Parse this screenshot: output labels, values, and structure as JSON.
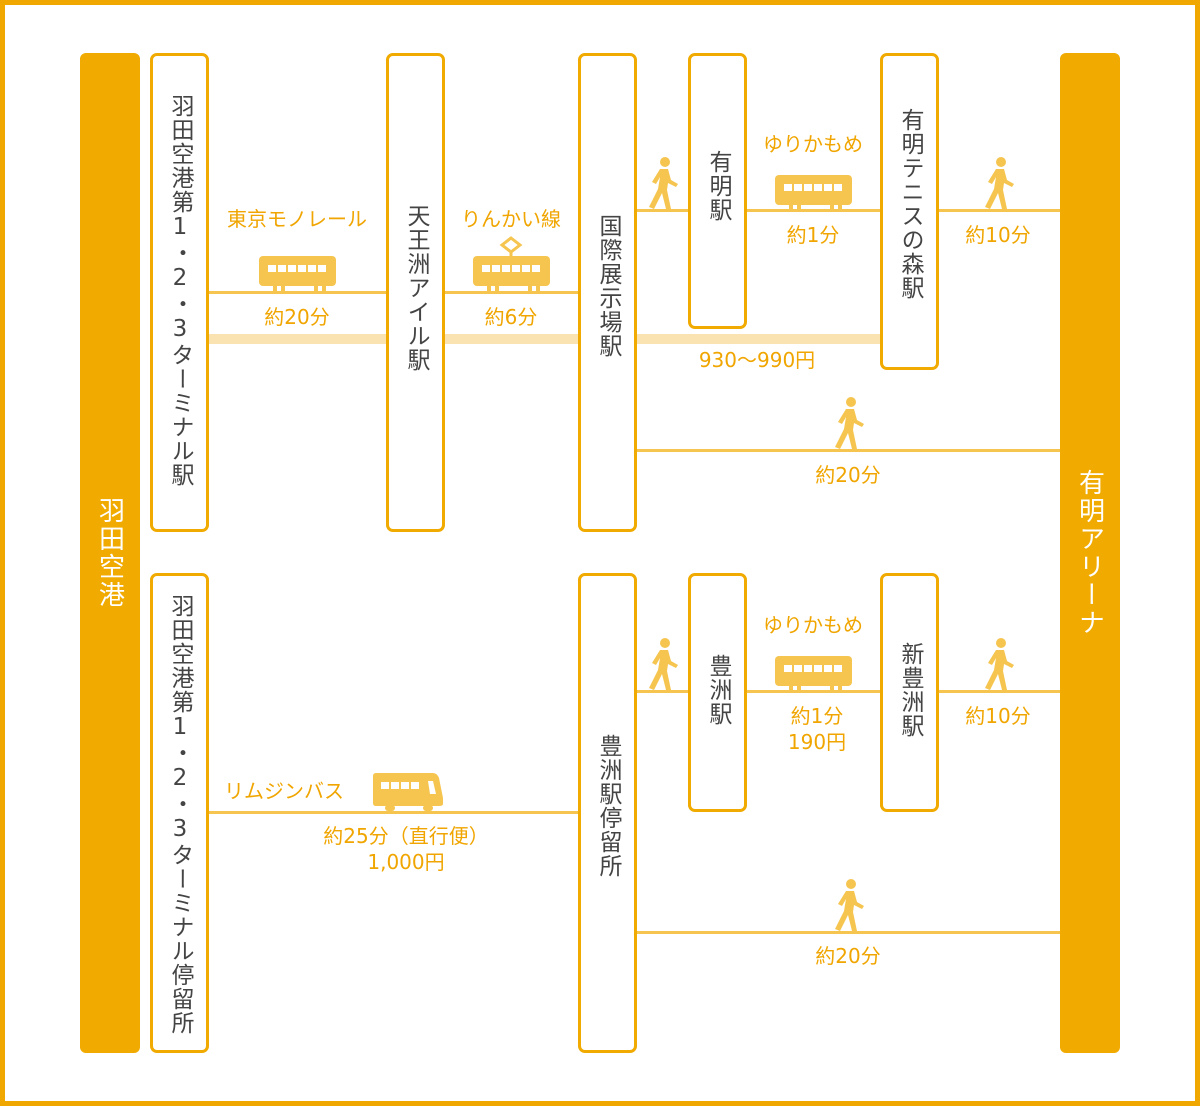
{
  "origin": "羽田空港",
  "destination": "有明アリーナ",
  "stations": {
    "haneda_rail": "羽田空港第1・2・3ターミナル駅",
    "tennozu": "天王洲アイル駅",
    "kokusai": "国際展示場駅",
    "ariake": "有明駅",
    "tennis": "有明テニスの森駅",
    "haneda_bus": "羽田空港第1・2・3ターミナル停留所",
    "toyosu_bus": "豊洲駅停留所",
    "toyosu": "豊洲駅",
    "shintoyosu": "新豊洲駅"
  },
  "route1": {
    "monorail": "東京モノレール",
    "monorail_time": "約20分",
    "rinkai": "りんかい線",
    "rinkai_time": "約6分",
    "yurikamome": "ゆりかもめ",
    "yurikamome_time": "約1分",
    "walk_tennis": "約10分",
    "fare": "930〜990円",
    "walk_kokusai": "約20分"
  },
  "route2": {
    "bus": "リムジンバス",
    "bus_time": "約25分（直行便）",
    "bus_fare": "1,000円",
    "yurikamome": "ゆりかもめ",
    "yurikamome_time": "約1分",
    "yurikamome_fare": "190円",
    "walk_shintoyosu": "約10分",
    "walk_toyosu": "約20分"
  },
  "colors": {
    "accent": "#f0aa00",
    "line": "#f5c550",
    "band": "#fae3b0",
    "text": "#444444"
  }
}
